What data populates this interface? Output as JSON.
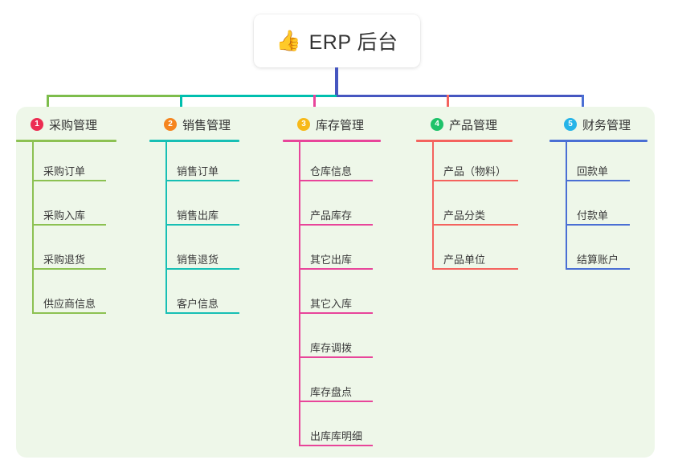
{
  "root": {
    "icon": "thumbs-up-icon",
    "emoji": "👍",
    "title": "ERP 后台"
  },
  "connector_colors": {
    "root_stem": "#4656c0",
    "segment_1": "#7dbd4c",
    "segment_2": "#00bfae",
    "segment_3": "#4656c0",
    "branch_1": "#7dbd4c",
    "branch_2": "#00bfae",
    "branch_3": "#e8459a",
    "branch_4": "#f4635e",
    "branch_5": "#4a6fd4"
  },
  "panel": {
    "background": "#eef7e9"
  },
  "columns": [
    {
      "number": "1",
      "title": "采购管理",
      "badge_color": "#ec2d52",
      "line_color": "#8cc152",
      "items": [
        "采购订单",
        "采购入库",
        "采购退货",
        "供应商信息"
      ]
    },
    {
      "number": "2",
      "title": "销售管理",
      "badge_color": "#f5851f",
      "line_color": "#17bfb4",
      "items": [
        "销售订单",
        "销售出库",
        "销售退货",
        "客户信息"
      ]
    },
    {
      "number": "3",
      "title": "库存管理",
      "badge_color": "#f7b919",
      "line_color": "#e8459a",
      "items": [
        "仓库信息",
        "产品库存",
        "其它出库",
        "其它入库",
        "库存调拨",
        "库存盘点",
        "出库库明细"
      ]
    },
    {
      "number": "4",
      "title": "产品管理",
      "badge_color": "#1ec26a",
      "line_color": "#f4635e",
      "items": [
        "产品（物料）",
        "产品分类",
        "产品单位"
      ]
    },
    {
      "number": "5",
      "title": "财务管理",
      "badge_color": "#26b4e8",
      "line_color": "#4a6fd4",
      "items": [
        "回款单",
        "付款单",
        "结算账户"
      ]
    }
  ]
}
